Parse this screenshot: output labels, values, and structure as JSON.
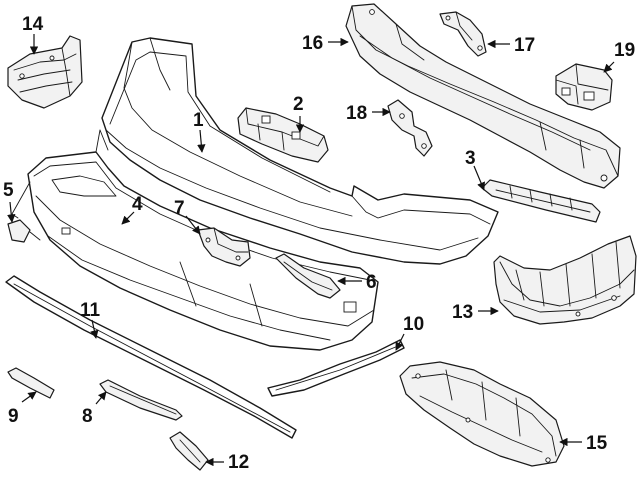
{
  "callouts": [
    {
      "id": "1",
      "label": "1"
    },
    {
      "id": "2",
      "label": "2"
    },
    {
      "id": "3",
      "label": "3"
    },
    {
      "id": "4",
      "label": "4"
    },
    {
      "id": "5",
      "label": "5"
    },
    {
      "id": "6",
      "label": "6"
    },
    {
      "id": "7",
      "label": "7"
    },
    {
      "id": "8",
      "label": "8"
    },
    {
      "id": "9",
      "label": "9"
    },
    {
      "id": "10",
      "label": "10"
    },
    {
      "id": "11",
      "label": "11"
    },
    {
      "id": "12",
      "label": "12"
    },
    {
      "id": "13",
      "label": "13"
    },
    {
      "id": "14",
      "label": "14"
    },
    {
      "id": "15",
      "label": "15"
    },
    {
      "id": "16",
      "label": "16"
    },
    {
      "id": "17",
      "label": "17"
    },
    {
      "id": "18",
      "label": "18"
    },
    {
      "id": "19",
      "label": "19"
    }
  ],
  "colors": {
    "line": "#1a1a1a",
    "background": "#ffffff",
    "text": "#111111"
  }
}
